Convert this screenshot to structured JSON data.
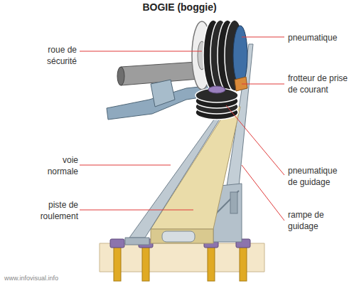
{
  "diagram": {
    "title": "BOGIE (boggie)",
    "labels": [
      "roue de sécurité",
      "pneumatique",
      "frotteur de prise de courant",
      "voie normale",
      "piste de roulement",
      "pneumatique de guidage",
      "rampe de guidage",
      "www.infovisual.info"
    ]
  }
}
